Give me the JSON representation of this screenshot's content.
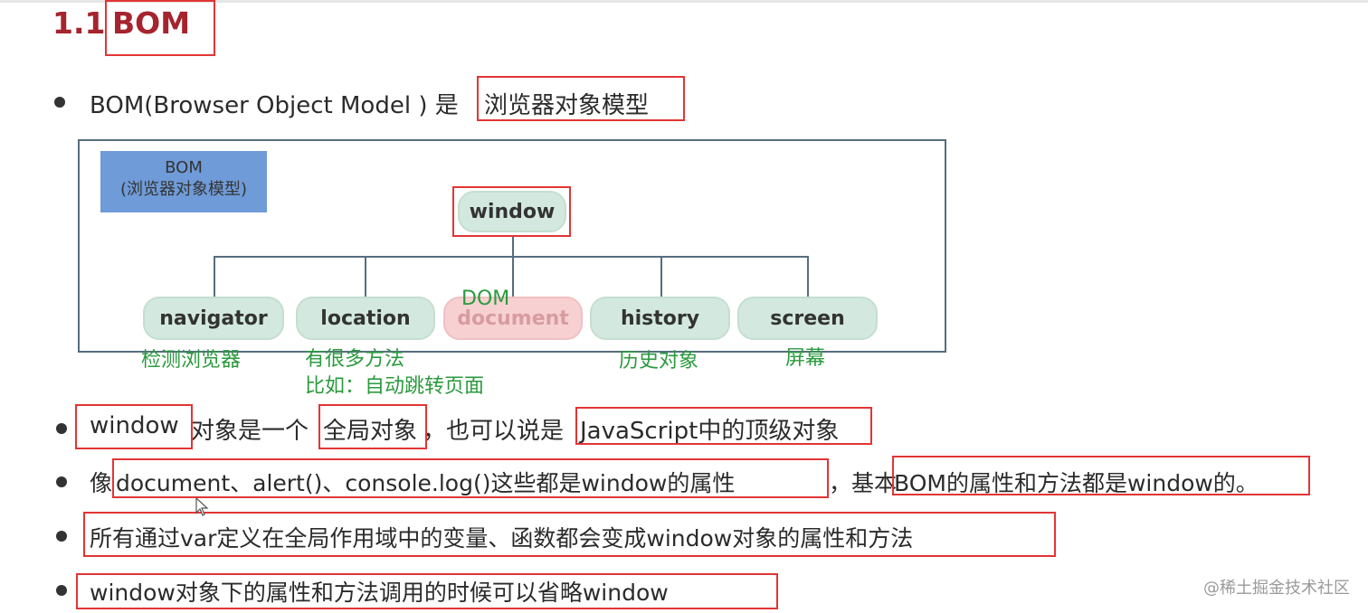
{
  "title": {
    "number": "1.1",
    "word": "BOM"
  },
  "bullet1": {
    "text_a": "BOM(Browser Object Model ) 是",
    "text_b": "浏览器对象模型"
  },
  "diagram": {
    "label_line1": "BOM",
    "label_line2": "(浏览器对象模型)",
    "root": "window",
    "children": {
      "navigator": "navigator",
      "location": "location",
      "document": "document",
      "history": "history",
      "screen": "screen"
    },
    "document_tag": "DOM",
    "notes": {
      "navigator": "检测浏览器",
      "location_line1": "有很多方法",
      "location_line2": "比如：自动跳转页面",
      "history": "历史对象",
      "screen": "屏幕"
    }
  },
  "bullet2": {
    "a": "window",
    "b": "对象是一个",
    "c": "全局对象",
    "d": "，也可以说是",
    "e": "JavaScript中的顶级对象"
  },
  "bullet3": {
    "a": "像",
    "b": "document、alert()、console.log()这些都是window的属性",
    "c": "，基本",
    "d": "BOM的属性和方法都是window的。"
  },
  "bullet4": {
    "text": "所有通过var定义在全局作用域中的变量、函数都会变成window对象的属性和方法"
  },
  "bullet5": {
    "text": "window对象下的属性和方法调用的时候可以省略window"
  },
  "watermark": "@稀土掘金技术社区",
  "colors": {
    "title": "#a5242e",
    "highlight_box": "#e23535",
    "note_green": "#2b9a3e",
    "node_fill": "#d3e9df",
    "document_fill": "#f7d1d2",
    "bom_label_fill": "#6f9bd8"
  }
}
